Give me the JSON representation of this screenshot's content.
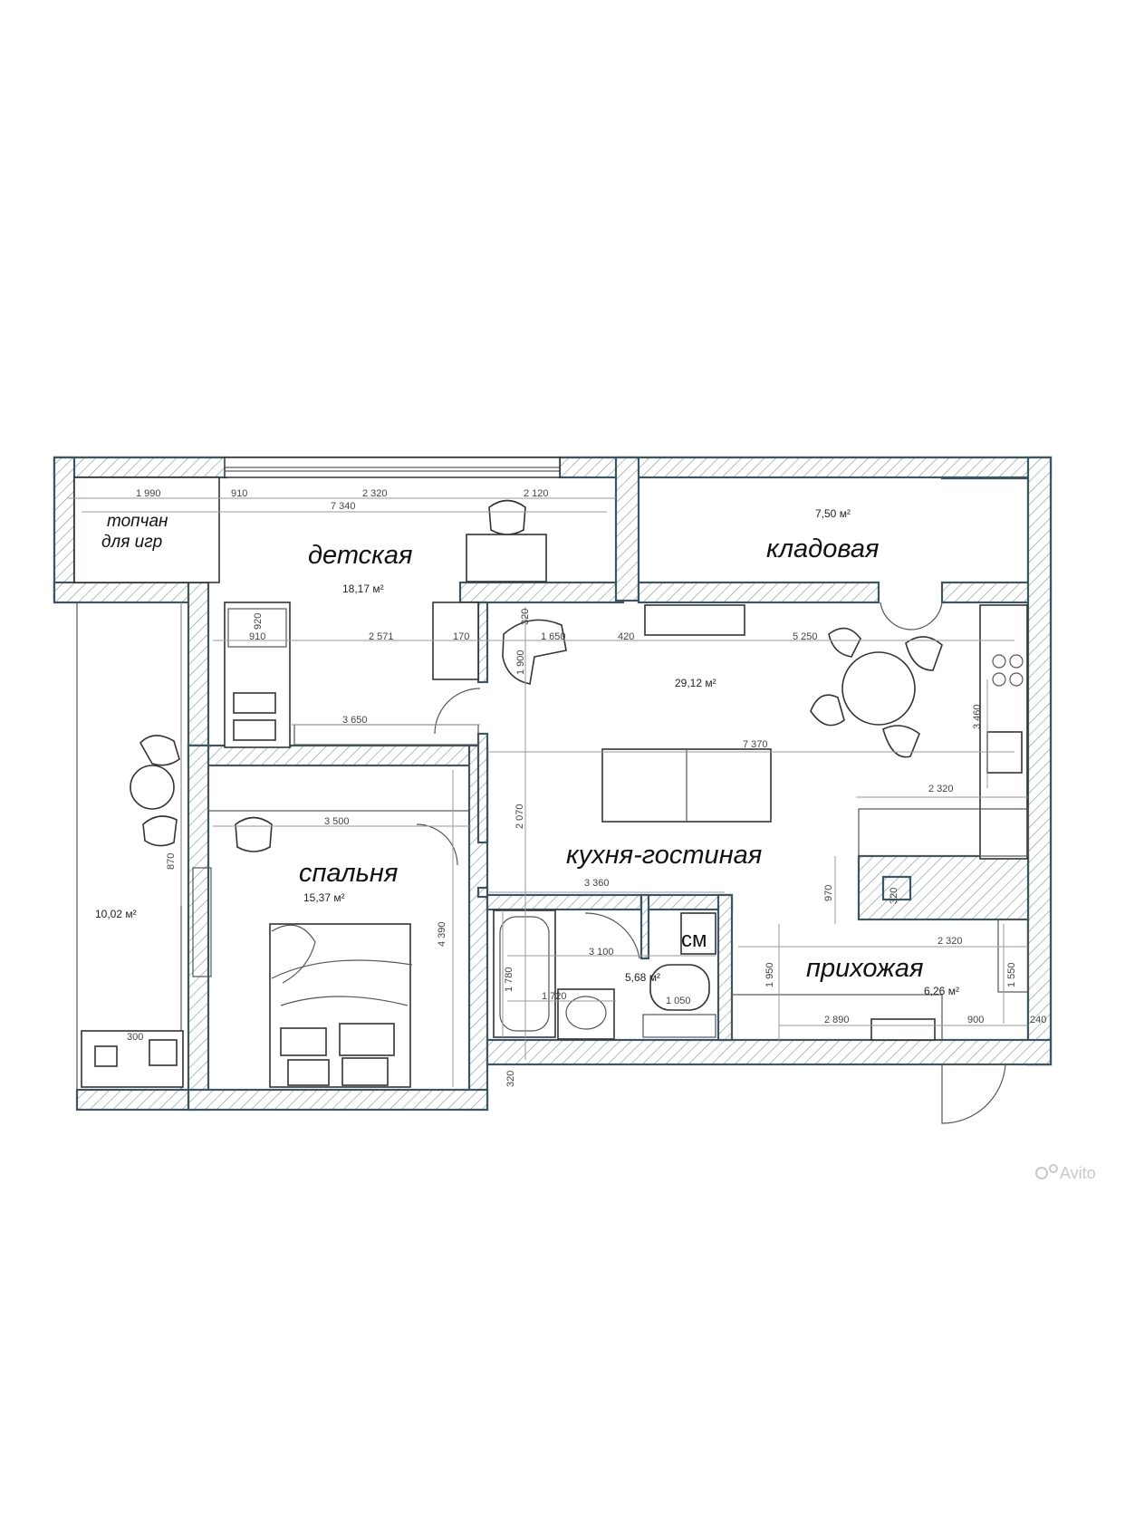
{
  "rooms": {
    "detskaya": {
      "name": "детская",
      "area": "18,17 м²"
    },
    "kladovaya": {
      "name": "кладовая",
      "area": "7,50 м²"
    },
    "kitchen": {
      "name": "кухня-гостиная",
      "area": "29,12 м²"
    },
    "spalnya": {
      "name": "спальня",
      "area": "15,37 м²"
    },
    "prihozhaya": {
      "name": "прихожая",
      "area": "6,26 м²"
    },
    "bathroom": {
      "name": "",
      "area": "5,68 м²"
    },
    "balcony": {
      "name": "",
      "area": "10,02 м²"
    },
    "laundry": {
      "name": "см"
    }
  },
  "note": {
    "line1": "топчан",
    "line2": "для игр"
  },
  "dimensions": {
    "d1990": "1 990",
    "d910a": "910",
    "d2320a": "2 320",
    "d2120": "2 120",
    "d7340": "7 340",
    "d910b": "910",
    "d2571": "2 571",
    "d170": "170",
    "d1650": "1 650",
    "d420": "420",
    "d5250": "5 250",
    "d3650": "3 650",
    "d3460": "3 460",
    "d7370": "7 370",
    "d2320b": "2 320",
    "d3500": "3 500",
    "d2070": "2 070",
    "d4390": "4 390",
    "d3360": "3 360",
    "d970": "970",
    "d320a": "320",
    "d3100": "3 100",
    "d1780": "1 780",
    "d1720": "1 720",
    "d1050": "1 050",
    "d1950": "1 950",
    "d2320c": "2 320",
    "d1550": "1 550",
    "d2890": "2 890",
    "d900": "900",
    "d240": "240",
    "d320b": "320",
    "d300": "300",
    "d920": "920",
    "d870": "870",
    "d1900": "1 900",
    "d320c": "320"
  },
  "watermark": "Avito"
}
